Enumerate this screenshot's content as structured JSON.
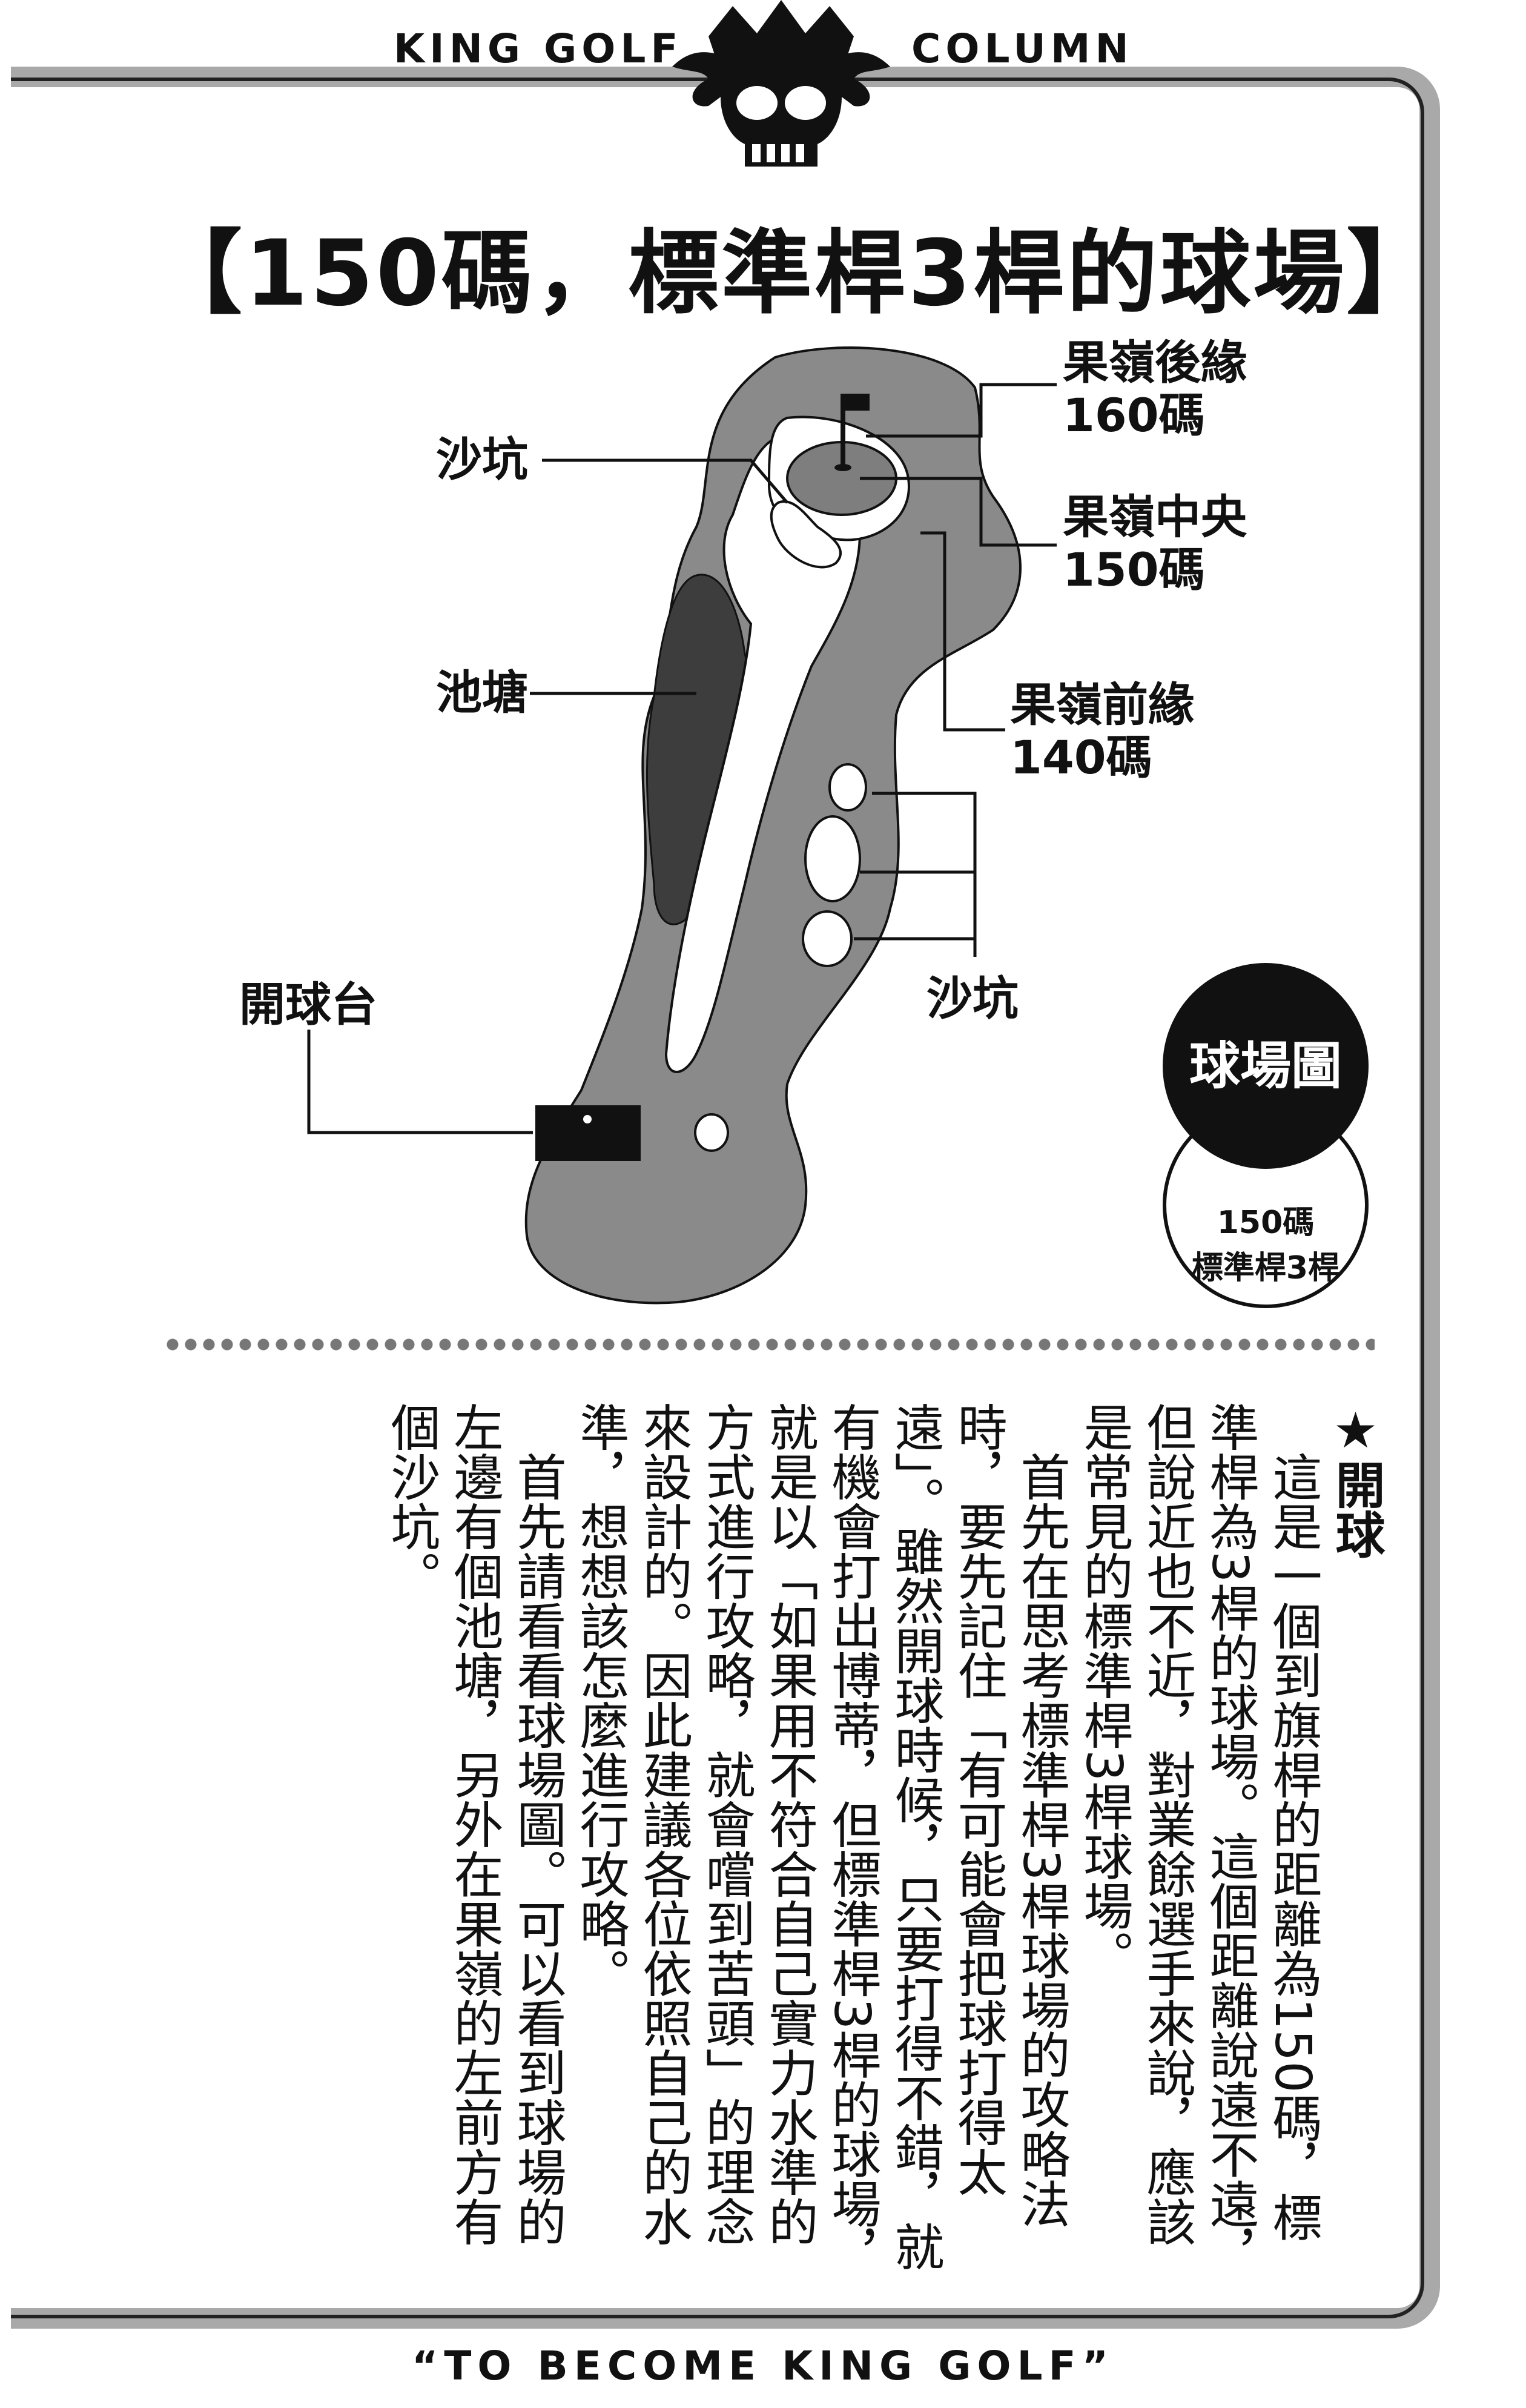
{
  "header": {
    "left": "KING GOLF",
    "right": "COLUMN"
  },
  "title": "【150碼，標準桿3桿的球場】",
  "map_labels": {
    "bunker_left": "沙坑",
    "pond": "池塘",
    "tee": "開球台",
    "green_back": [
      "果嶺後緣",
      "160碼"
    ],
    "green_center": [
      "果嶺中央",
      "150碼"
    ],
    "green_front": [
      "果嶺前緣",
      "140碼"
    ],
    "bunker_right": "沙坑"
  },
  "badge": {
    "label": "球場圖",
    "line1": "150碼",
    "line2": "標準桿3桿"
  },
  "article": {
    "heading": "★開球",
    "paragraphs": [
      "這是一個到旗桿的距離為150碼，標準桿為3桿的球場。這個距離說遠不遠，但說近也不近，對業餘選手來說，應該是常見的標準桿3桿球場。",
      "首先在思考標準桿3桿球場的攻略法時，要先記住「有可能會把球打得太遠」。雖然開球時候，只要打得不錯，就有機會打出博蒂，但標準桿3桿的球場，就是以「如果用不符合自己實力水準的方式進行攻略，就會嚐到苦頭」的理念來設計的。因此建議各位依照自己的水準，想想該怎麼進行攻略。",
      "首先請看看球場圖。可以看到球場的左邊有個池塘，另外在果嶺的左前方有個沙坑。"
    ]
  },
  "footer": "“TO BECOME KING GOLF”",
  "colors": {
    "rough": "#8a8a8a",
    "pond": "#3d3d3d",
    "fairway": "#ffffff",
    "ink": "#111111"
  }
}
